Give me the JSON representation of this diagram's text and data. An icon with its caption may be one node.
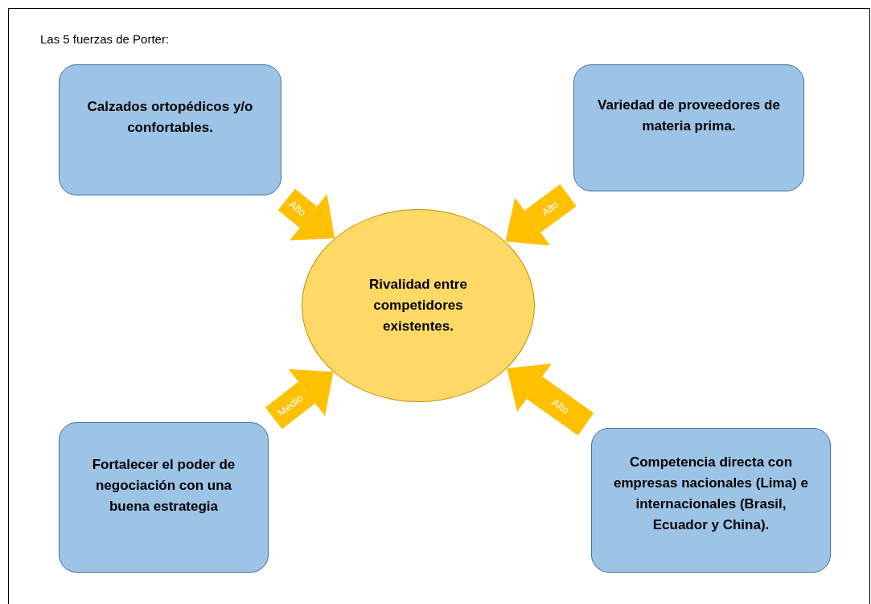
{
  "diagram": {
    "title": "Las 5 fuerzas de Porter:",
    "nodes": [
      {
        "text": [
          "Calzados ortopédicos y/o confortables."
        ]
      },
      {
        "text": [
          "Variedad de proveedores de materia prima."
        ]
      },
      {
        "text": [
          "Rivalidad entre competidores existentes."
        ]
      },
      {
        "text": [
          "Fortalecer el poder de negociación con una buena estrategia"
        ]
      },
      {
        "text": [
          "Competencia directa con empresas nacionales (Lima) e internacionales (Brasil, Ecuador y China)."
        ]
      }
    ],
    "edges": [
      {
        "from": 0,
        "to": 2,
        "arrow": "to",
        "label": "Alto"
      },
      {
        "from": 1,
        "to": 2,
        "arrow": "to",
        "label": "Alto"
      },
      {
        "from": 3,
        "to": 2,
        "arrow": "to",
        "label": "Medio"
      },
      {
        "from": 4,
        "to": 2,
        "arrow": "to",
        "label": "Alto"
      }
    ]
  }
}
